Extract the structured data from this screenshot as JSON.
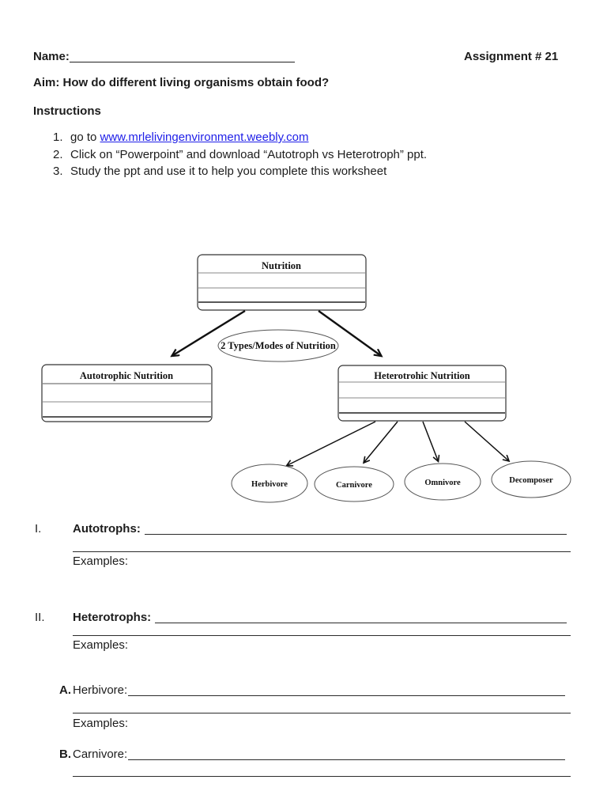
{
  "header": {
    "name_label": "Name:",
    "assignment": "Assignment # 21",
    "aim": "Aim: How do different living organisms obtain food?",
    "instructions_title": "Instructions"
  },
  "steps": [
    {
      "num": "1.",
      "prefix": "go to ",
      "link": "www.mrlelivingenvironment.weebly.com"
    },
    {
      "num": "2.",
      "text": "Click on “Powerpoint” and download “Autotroph vs Heterotroph” ppt."
    },
    {
      "num": "3.",
      "text": "Study the ppt and use it to help you complete this worksheet"
    }
  ],
  "diagram": {
    "root_label": "Nutrition",
    "connector_label": "2 Types/Modes of Nutrition",
    "left_label": "Autotrophic Nutrition",
    "right_label": "Heterotrohic Nutrition",
    "leaves": [
      "Herbivore",
      "Carnivore",
      "Omnivore",
      "Decomposer"
    ]
  },
  "sections": {
    "one": {
      "numeral": "I.",
      "label": "Autotrophs:",
      "examples_label": "Examples:"
    },
    "two": {
      "numeral": "II.",
      "label": "Heterotrophs:",
      "examples_label": "Examples:"
    },
    "a": {
      "letter": "A.",
      "label": "Herbivore:",
      "examples_label": "Examples:"
    },
    "b": {
      "letter": "B.",
      "label": "Carnivore:"
    }
  },
  "colors": {
    "link_blue": "#2020e8",
    "ink": "#1c1c1c"
  }
}
